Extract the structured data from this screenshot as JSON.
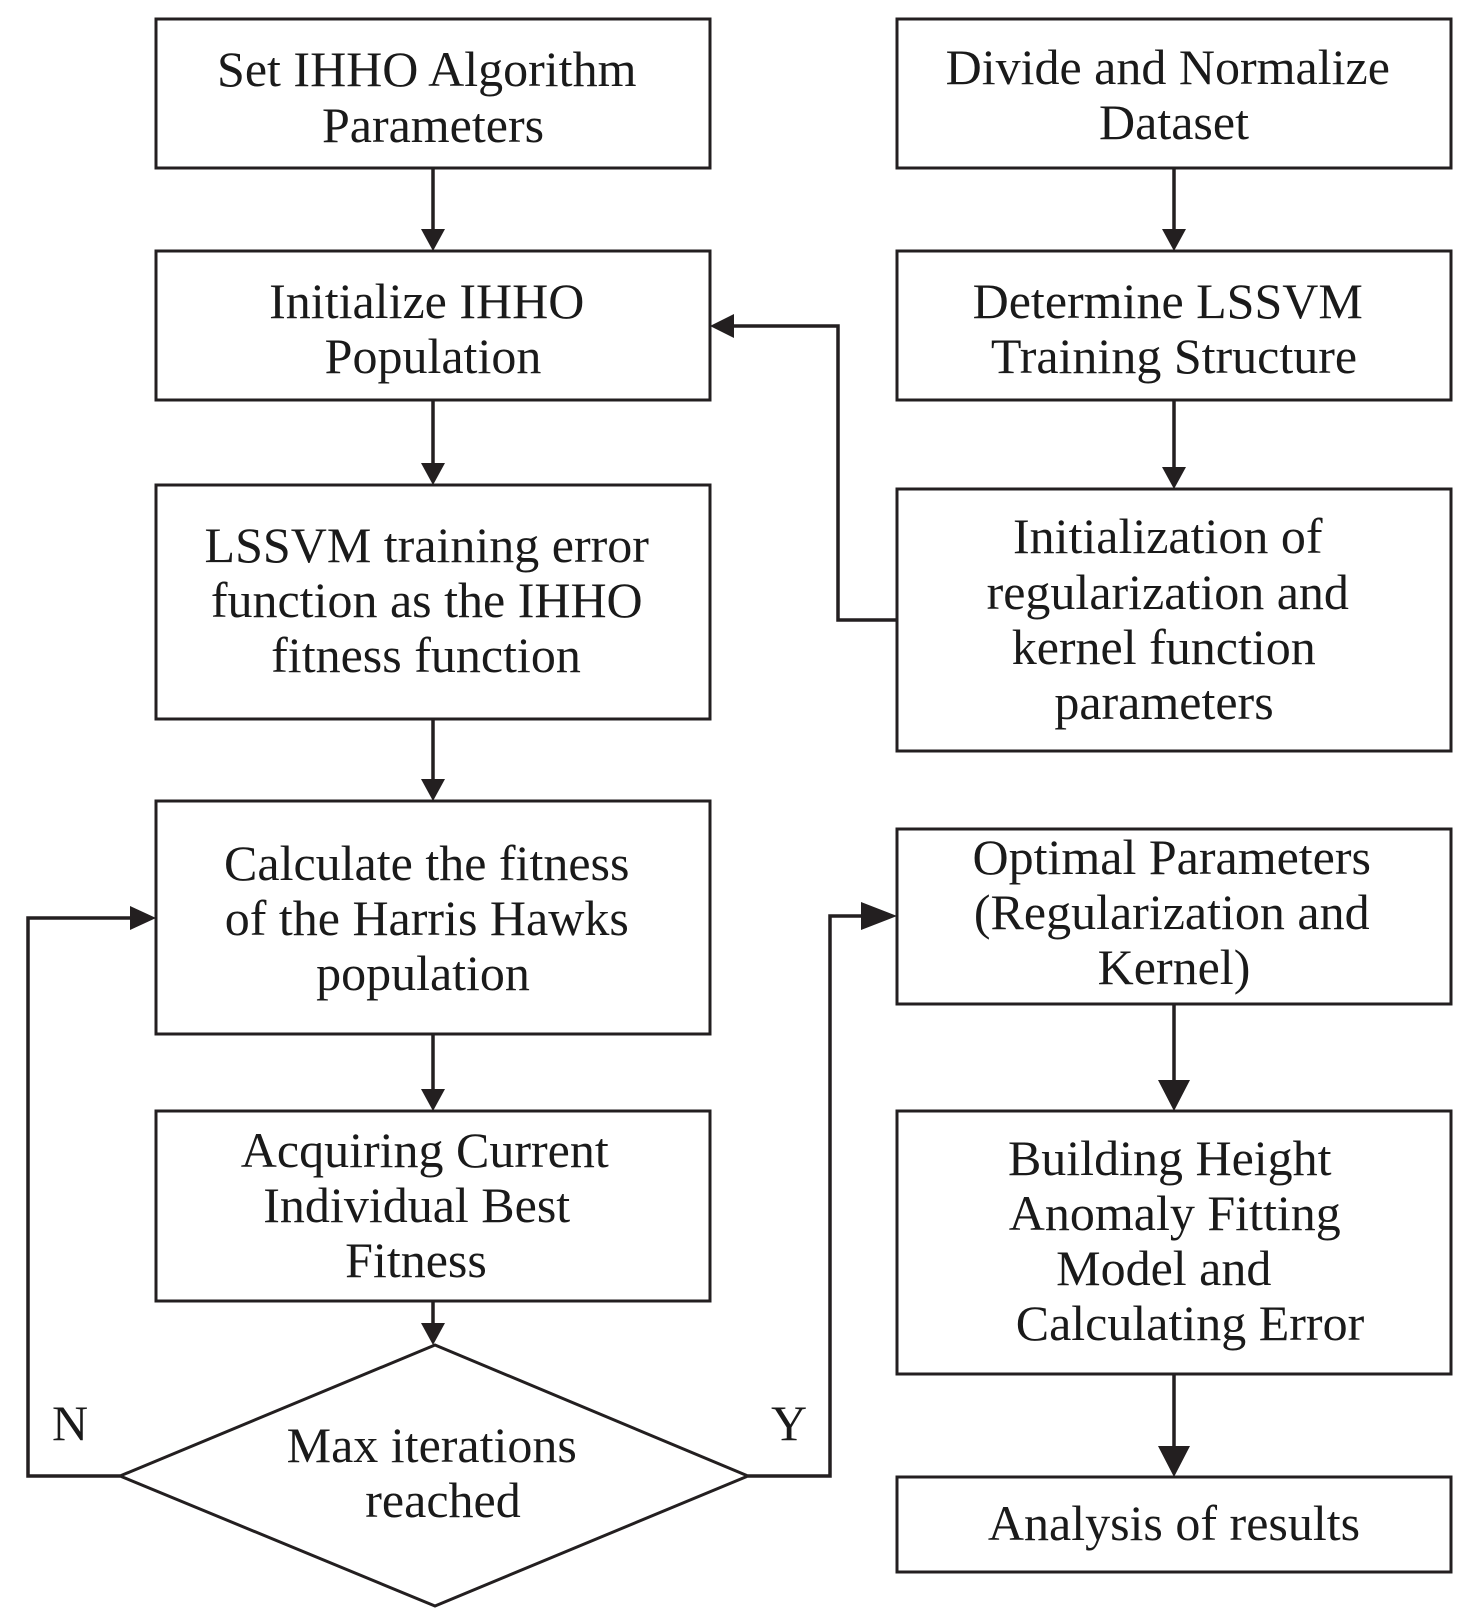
{
  "nodes": {
    "set_params": {
      "lines": [
        "Set IHHO Algorithm",
        "Parameters"
      ]
    },
    "init_pop": {
      "lines": [
        "Initialize IHHO",
        "Population"
      ]
    },
    "fitness_fn": {
      "lines": [
        "LSSVM training error",
        "function as the IHHO",
        "fitness function"
      ]
    },
    "calc_fitness": {
      "lines": [
        "Calculate the fitness",
        "of the Harris Hawks",
        "population"
      ]
    },
    "acquire_best": {
      "lines": [
        "Acquiring Current",
        "Individual Best",
        "Fitness"
      ]
    },
    "max_iter": {
      "lines": [
        "Max iterations",
        "reached"
      ]
    },
    "divide_norm": {
      "lines": [
        "Divide and Normalize",
        "Dataset"
      ]
    },
    "lssvm_struct": {
      "lines": [
        "Determine LSSVM",
        "Training Structure"
      ]
    },
    "init_reg": {
      "lines": [
        "Initialization of",
        "regularization and",
        "kernel function",
        "parameters"
      ]
    },
    "optimal": {
      "lines": [
        "Optimal Parameters",
        "(Regularization and",
        "Kernel)"
      ]
    },
    "building": {
      "lines": [
        "Building Height",
        "Anomaly Fitting",
        "Model and",
        "Calculating Error"
      ]
    },
    "analysis": {
      "lines": [
        "Analysis of results"
      ]
    }
  },
  "edge_labels": {
    "no": "N",
    "yes": "Y"
  },
  "colors": {
    "line": "#231f20",
    "text": "#1a1a1a",
    "background": "#ffffff"
  }
}
